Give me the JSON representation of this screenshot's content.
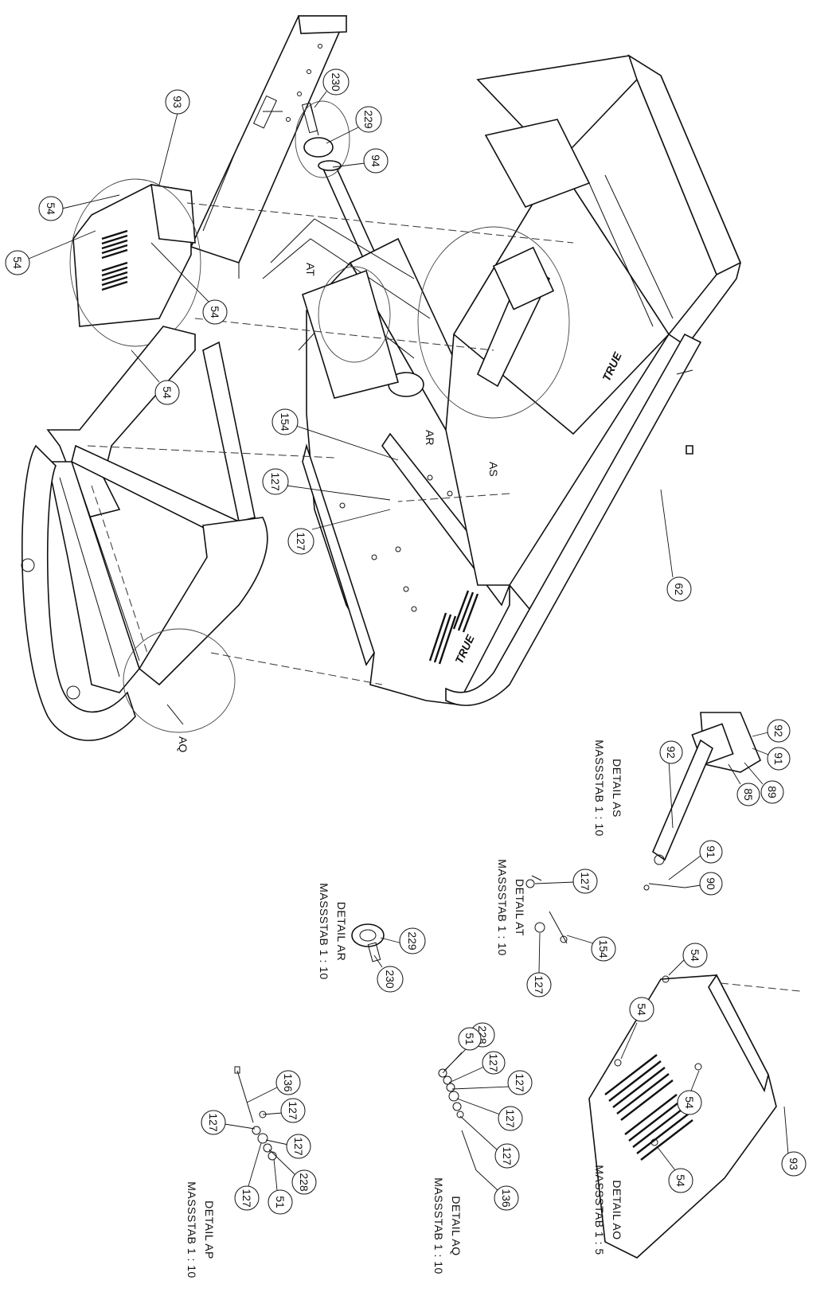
{
  "drawing": {
    "callouts_main": [
      "93",
      "54",
      "54",
      "54",
      "54",
      "230",
      "229",
      "94",
      "154",
      "127",
      "127",
      "62"
    ],
    "detail_letters": [
      "AT",
      "AR",
      "AS",
      "AQ"
    ],
    "brand_logos": [
      "TRUE",
      "TRUE"
    ],
    "details": {
      "as": {
        "title": "DETAIL AS",
        "scale": "MASSSTAB 1 : 10",
        "callouts": [
          "92",
          "91",
          "89",
          "85",
          "92",
          "91",
          "90"
        ]
      },
      "at": {
        "title": "DETAIL AT",
        "scale": "MASSSTAB 1 : 10",
        "callouts": [
          "127",
          "154",
          "127"
        ]
      },
      "ar": {
        "title": "DETAIL AR",
        "scale": "MASSSTAB 1 : 10",
        "callouts": [
          "229",
          "230"
        ]
      },
      "ao": {
        "title": "DETAIL AO",
        "scale": "MASSSTAB 1 : 5",
        "callouts": [
          "54",
          "54",
          "54",
          "54",
          "93"
        ]
      },
      "aq": {
        "title": "DETAIL AQ",
        "scale": "MASSSTAB 1 : 10",
        "callouts": [
          "228",
          "51",
          "127",
          "127",
          "127",
          "127",
          "136"
        ]
      },
      "ap": {
        "title": "DETAIL AP",
        "scale": "MASSSTAB 1 : 10",
        "callouts": [
          "136",
          "127",
          "127",
          "127",
          "228",
          "51",
          "127"
        ]
      }
    }
  }
}
